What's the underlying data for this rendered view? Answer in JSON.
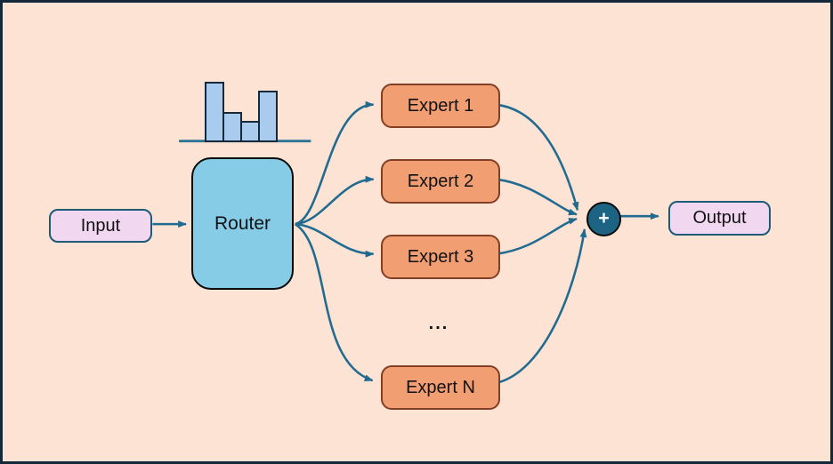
{
  "canvas": {
    "background_color": "#fce3d4",
    "frame_color": "#13293a"
  },
  "colors": {
    "arrow": "#226b90",
    "io_node_fill": "#f1d8f0",
    "io_node_border": "#1e5b78",
    "router_fill": "#87cce7",
    "expert_fill": "#f09e72",
    "expert_border": "#833f24",
    "sum_fill": "#1d6484",
    "histogram_bar_fill": "#a9cbee",
    "histogram_bar_border": "#16293a"
  },
  "nodes": {
    "input": {
      "label": "Input"
    },
    "router": {
      "label": "Router"
    },
    "experts": [
      {
        "label": "Expert 1"
      },
      {
        "label": "Expert 2"
      },
      {
        "label": "Expert 3"
      },
      {
        "label": "Expert N"
      }
    ],
    "ellipsis": "...",
    "sum": {
      "symbol": "+"
    },
    "output": {
      "label": "Output"
    }
  },
  "router_histogram": {
    "bar_heights": [
      68,
      34,
      24,
      58
    ]
  }
}
